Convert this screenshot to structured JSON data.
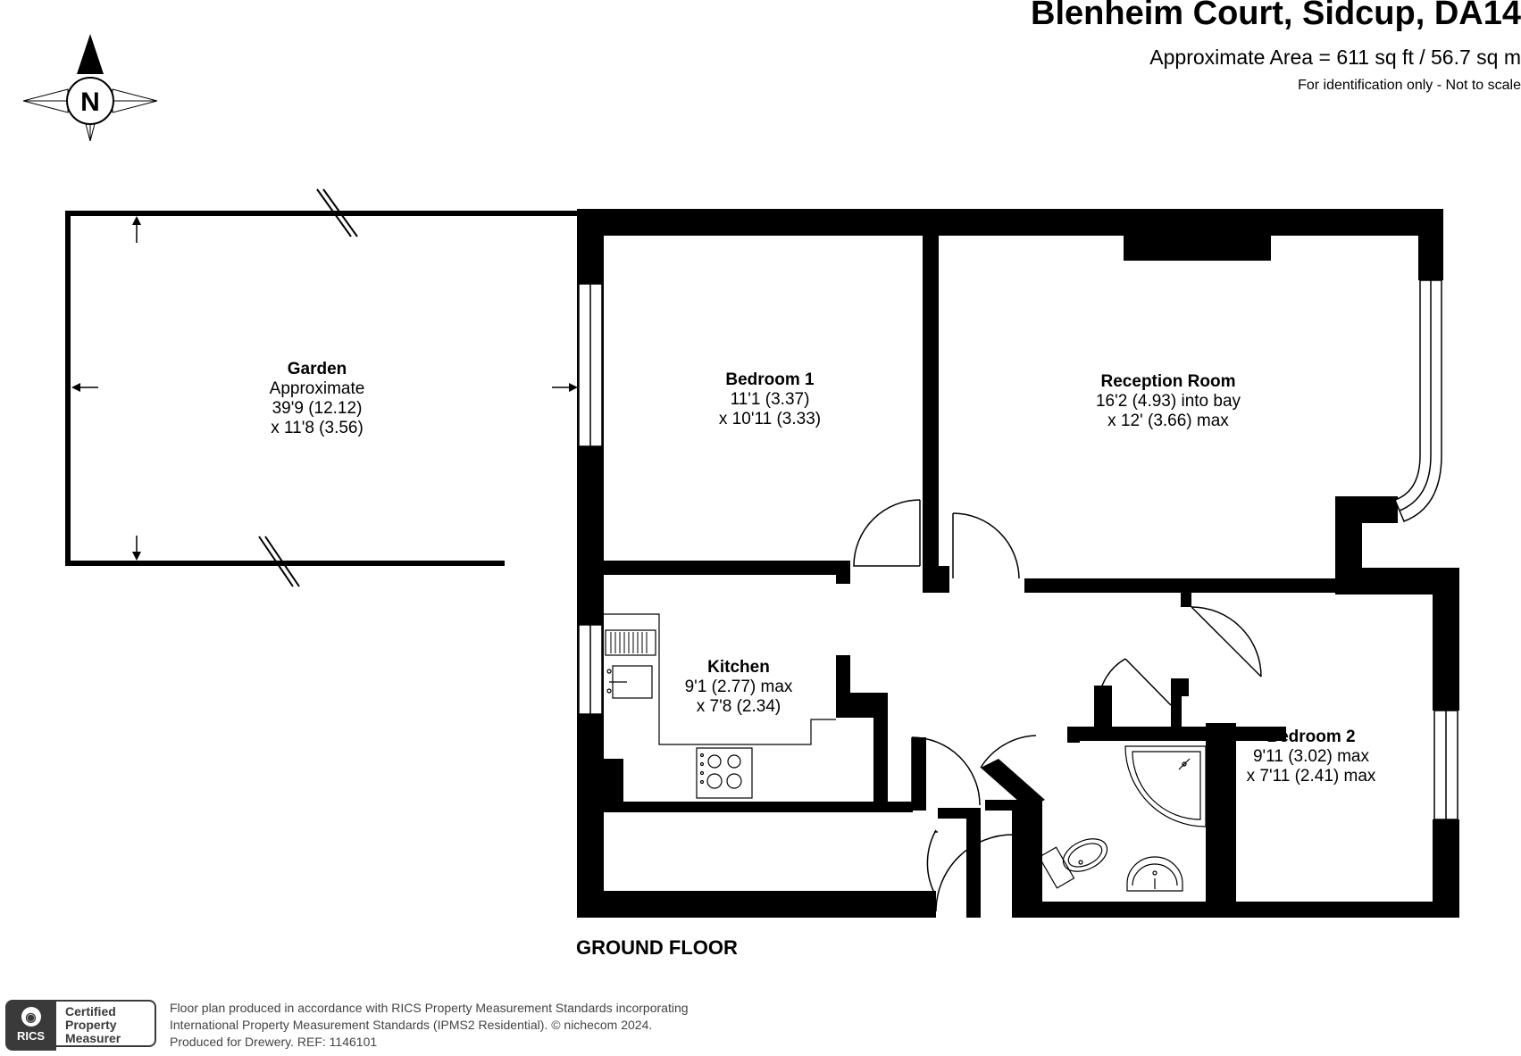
{
  "header": {
    "title": "Blenheim Court, Sidcup, DA14",
    "area": "Approximate Area = 611 sq ft / 56.7 sq m",
    "note": "For identification only - Not to scale"
  },
  "compass": {
    "label": "N"
  },
  "rooms": {
    "garden": {
      "name": "Garden",
      "line1": "Approximate",
      "line2": "39'9 (12.12)",
      "line3": "x 11'8 (3.56)"
    },
    "bedroom1": {
      "name": "Bedroom 1",
      "line1": "11'1 (3.37)",
      "line2": "x 10'11 (3.33)"
    },
    "reception": {
      "name": "Reception Room",
      "line1": "16'2 (4.93) into bay",
      "line2": "x 12' (3.66) max"
    },
    "kitchen": {
      "name": "Kitchen",
      "line1": "9'1 (2.77) max",
      "line2": "x 7'8 (2.34)"
    },
    "bedroom2": {
      "name": "Bedroom 2",
      "line1": "9'11 (3.02) max",
      "line2": "x 7'11 (2.41) max"
    }
  },
  "floor_label": "GROUND FLOOR",
  "footer": {
    "line1": "Floor plan produced in accordance with RICS Property Measurement Standards incorporating",
    "line2": "International Property Measurement Standards (IPMS2 Residential).   © nichecom 2024.",
    "line3": "Produced for Drewery.   REF:  1146101"
  },
  "rics": {
    "badge": "RICS",
    "cert1": "Certified",
    "cert2": "Property",
    "cert3": "Measurer"
  },
  "colors": {
    "wall": "#000000",
    "window": "#ffffff",
    "fixture": "#555555",
    "footer_text": "#444444"
  }
}
